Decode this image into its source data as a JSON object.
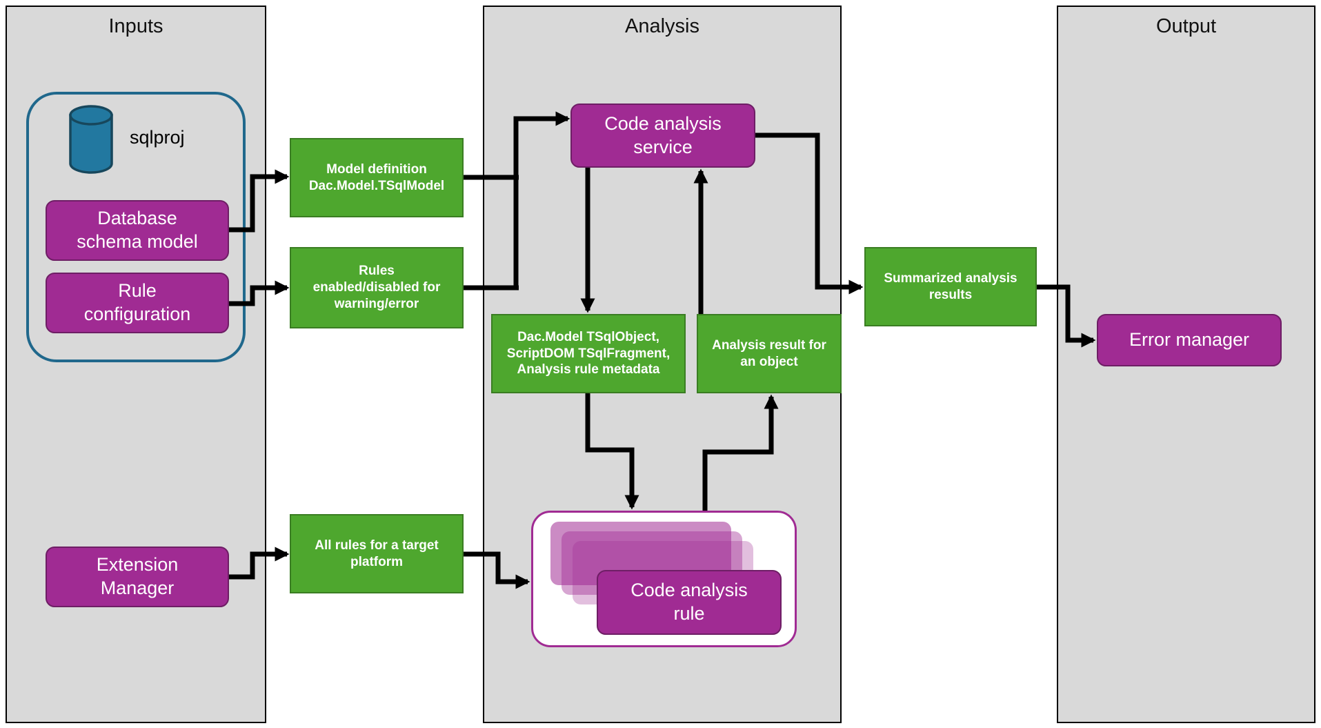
{
  "panels": {
    "inputs": {
      "title": "Inputs"
    },
    "analysis": {
      "title": "Analysis"
    },
    "output": {
      "title": "Output"
    }
  },
  "nodes": {
    "sqlproj": {
      "label": "sqlproj"
    },
    "database_schema_model": {
      "label": "Database\nschema model"
    },
    "rule_configuration": {
      "label": "Rule\nconfiguration"
    },
    "extension_manager": {
      "label": "Extension\nManager"
    },
    "model_definition": {
      "label": "Model definition\nDac.Model.TSqlModel"
    },
    "rules_enabled": {
      "label": "Rules\nenabled/disabled for\nwarning/error"
    },
    "all_rules": {
      "label": "All rules for a target\nplatform"
    },
    "code_analysis_service": {
      "label": "Code analysis\nservice"
    },
    "object_metadata": {
      "label": "Dac.Model TSqlObject,\nScriptDOM TSqlFragment,\nAnalysis rule metadata"
    },
    "analysis_result": {
      "label": "Analysis result for\nan object"
    },
    "code_analysis_rule": {
      "label": "Code analysis\nrule"
    },
    "summarized_results": {
      "label": "Summarized analysis\nresults"
    },
    "error_manager": {
      "label": "Error manager"
    }
  },
  "icons": {
    "database_cylinder": "database-cylinder-icon"
  },
  "colors": {
    "panel-bg": "#d9d9d9",
    "purple": "#a02b93",
    "purple-border": "#6e1e65",
    "green": "#4ea72e",
    "green-border": "#3a7d22",
    "teal": "#2278a0",
    "teal-dark": "#17475c",
    "teal-border": "#20688c",
    "arrow": "#000000"
  }
}
